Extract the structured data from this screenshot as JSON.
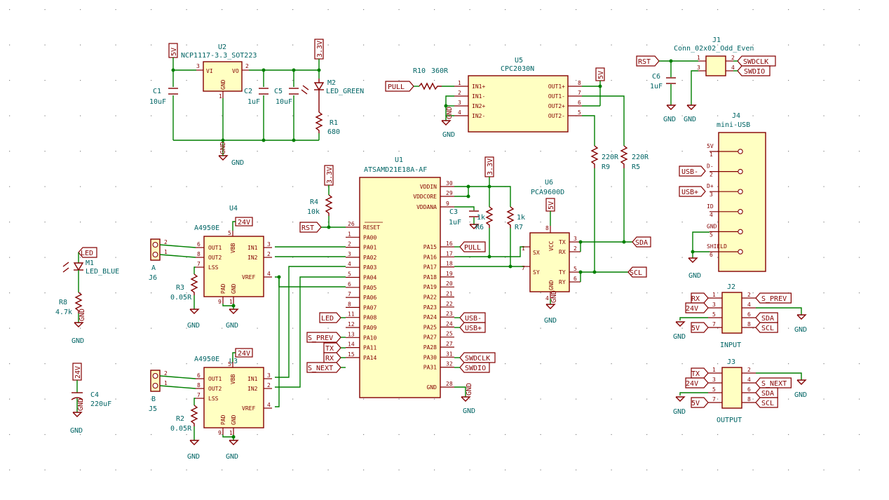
{
  "components": {
    "u1": {
      "ref": "U1",
      "value": "ATSAMD21E18A-AF",
      "left_pins": [
        [
          "RESET",
          "26"
        ],
        [
          "PA00",
          "1"
        ],
        [
          "PA01",
          "2"
        ],
        [
          "PA02",
          "3"
        ],
        [
          "PA03",
          "4"
        ],
        [
          "PA04",
          "5"
        ],
        [
          "PA05",
          "6"
        ],
        [
          "PA06",
          "7"
        ],
        [
          "PA07",
          "8"
        ],
        [
          "PA08",
          "11"
        ],
        [
          "PA09",
          "12"
        ],
        [
          "PA10",
          "13"
        ],
        [
          "PA11",
          "14"
        ],
        [
          "PA14",
          "15"
        ]
      ],
      "right_pins": [
        [
          "VDDIN",
          "30"
        ],
        [
          "VDDCORE",
          "29"
        ],
        [
          "VDDANA",
          "9"
        ],
        [
          "PA15",
          "16"
        ],
        [
          "PA16",
          "17"
        ],
        [
          "PA17",
          "18"
        ],
        [
          "PA18",
          "19"
        ],
        [
          "PA19",
          "20"
        ],
        [
          "PA22",
          "21"
        ],
        [
          "PA23",
          "22"
        ],
        [
          "PA24",
          "23"
        ],
        [
          "PA25",
          "24"
        ],
        [
          "PA27",
          "25"
        ],
        [
          "PA28",
          "27"
        ],
        [
          "PA30",
          "31"
        ],
        [
          "PA31",
          "32"
        ],
        [
          "GND",
          "28"
        ]
      ]
    },
    "u2": {
      "ref": "U2",
      "value": "NCP1117-3.3_SOT223",
      "pins": {
        "vi": "VI",
        "vo": "VO",
        "gnd": "GND",
        "n3": "3",
        "n2": "2",
        "n1": "1"
      }
    },
    "u3": {
      "ref": "U3",
      "value": "A4950E"
    },
    "u4": {
      "ref": "U4",
      "value": "A4950E"
    },
    "a4950_pins": {
      "out1": "OUT1",
      "out2": "OUT2",
      "lss": "LSS",
      "pad": "PAD",
      "gnd": "GND",
      "vbb": "VBB",
      "in1": "IN1",
      "in2": "IN2",
      "vref": "VREF",
      "n2": "2",
      "n8": "8",
      "n7": "7",
      "n6": "6",
      "n9": "9",
      "n5": "5",
      "n3": "3",
      "n4": "4",
      "n1": "1"
    },
    "u5": {
      "ref": "U5",
      "value": "CPC2030N",
      "pins": {
        "in1p": "IN1+",
        "in1m": "IN1-",
        "in2p": "IN2+",
        "in2m": "IN2-",
        "out1p": "OUT1+",
        "out1m": "OUT1-",
        "out2p": "OUT2+",
        "out2m": "OUT2-",
        "n1": "1",
        "n2": "2",
        "n3": "3",
        "n4": "4",
        "n5": "5",
        "n6": "6",
        "n7": "7",
        "n8": "8"
      }
    },
    "u6": {
      "ref": "U6",
      "value": "PCA9600D",
      "pins": {
        "vcc": "VCC",
        "tx": "TX",
        "rx": "RX",
        "ty": "TY",
        "ry": "RY",
        "sx": "SX",
        "sy": "SY",
        "gnd": "GND",
        "n8": "8",
        "n3": "3",
        "n2": "2",
        "n5": "5",
        "n6": "6",
        "n1": "1",
        "n7": "7",
        "n4": "4"
      }
    },
    "j1": {
      "ref": "J1",
      "value": "Conn_02x02_Odd_Even",
      "n1": "1",
      "n2": "2",
      "n3": "3",
      "n4": "4"
    },
    "j2": {
      "ref": "J2",
      "caption": "INPUT"
    },
    "j3": {
      "ref": "J3",
      "caption": "OUTPUT"
    },
    "j4": {
      "ref": "J4",
      "value": "mini-USB",
      "pins": [
        [
          "5V",
          "1"
        ],
        [
          "D-",
          "2"
        ],
        [
          "D+",
          "3"
        ],
        [
          "ID",
          "4"
        ],
        [
          "GND",
          "5"
        ],
        [
          "SHIELD",
          "6"
        ]
      ]
    },
    "j5": {
      "ref": "J5",
      "value": "B",
      "n2": "2",
      "n1": "1"
    },
    "j6": {
      "ref": "J6",
      "value": "A",
      "n2": "2",
      "n1": "1"
    },
    "conn_pins": {
      "p1": "1",
      "p2": "2",
      "p3": "3",
      "p4": "4",
      "p5": "5",
      "p6": "6",
      "p7": "7",
      "p8": "8"
    },
    "c1": {
      "ref": "C1",
      "value": "10uF"
    },
    "c2": {
      "ref": "C2",
      "value": "1uF"
    },
    "c3": {
      "ref": "C3",
      "value": "1uF"
    },
    "c4": {
      "ref": "C4",
      "value": "220uF"
    },
    "c5": {
      "ref": "C5",
      "value": "10uF"
    },
    "c6": {
      "ref": "C6",
      "value": "1uF"
    },
    "r1": {
      "ref": "R1",
      "value": "680"
    },
    "r2": {
      "ref": "R2",
      "value": "0.05R"
    },
    "r3": {
      "ref": "R3",
      "value": "0.05R"
    },
    "r4": {
      "ref": "R4",
      "value": "10k"
    },
    "r5": {
      "ref": "R5",
      "value": "220R"
    },
    "r6": {
      "ref": "R6",
      "value": "1k"
    },
    "r7": {
      "ref": "R7",
      "value": "1k"
    },
    "r8": {
      "ref": "R8",
      "value": "4.7k"
    },
    "r9": {
      "ref": "R9",
      "value": "220R"
    },
    "r10": {
      "ref": "R10",
      "value": "360R"
    },
    "m1": {
      "ref": "M1",
      "value": "LED_BLUE"
    },
    "m2": {
      "ref": "M2",
      "value": "LED_GREEN"
    }
  },
  "nets": {
    "gnd": "GND",
    "v5": "5V",
    "v33": "3.3V",
    "v24": "24V",
    "rst": "RST",
    "pull": "PULL",
    "sda": "SDA",
    "scl": "SCL",
    "swdclk": "SWDCLK",
    "swdio": "SWDIO",
    "usbm": "USB-",
    "usbp": "USB+",
    "led": "LED",
    "sprev": "S_PREV",
    "snext": "S_NEXT",
    "tx": "TX",
    "rx": "RX"
  }
}
